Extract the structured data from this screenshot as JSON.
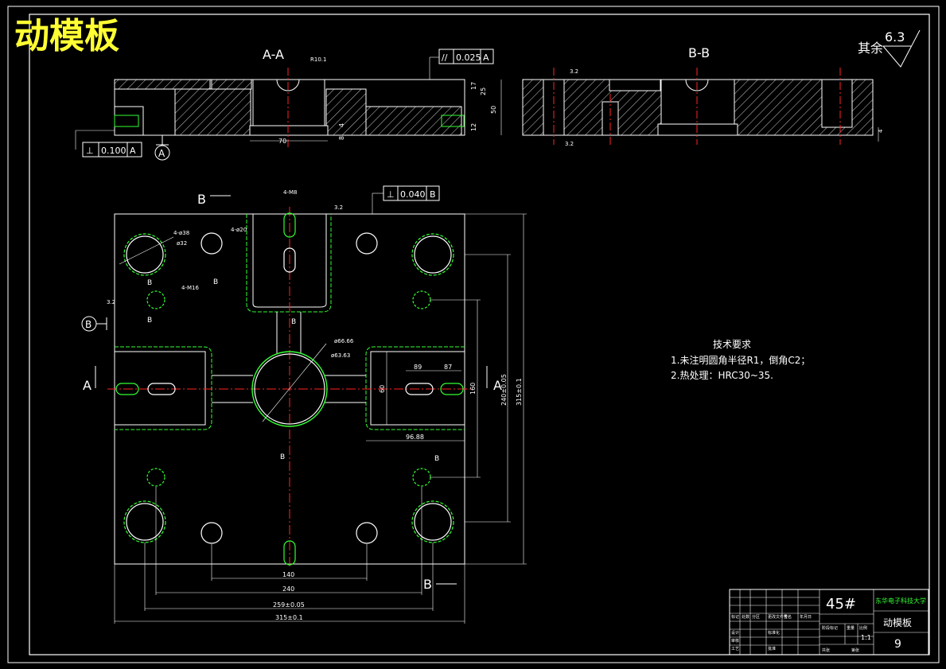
{
  "title": "动模板",
  "section_aa": "A-A",
  "section_bb": "B-B",
  "surface_finish": {
    "prefix": "其余",
    "value": "6.3"
  },
  "parallel_tol": {
    "symbol": "//",
    "value": "0.025",
    "datum": "A"
  },
  "perp_tol_a": {
    "symbol": "⊥",
    "value": "0.100",
    "datum": "A"
  },
  "perp_tol_b": {
    "symbol": "⊥",
    "value": "0.040",
    "datum": "B"
  },
  "datum_a": "A",
  "datum_b": "B",
  "radius_label": "R10.1",
  "dims_section": {
    "d70": "70",
    "d17": "17",
    "d25": "25",
    "d50": "50",
    "d8": "8",
    "d4": "4",
    "d12": "12",
    "d32": "32",
    "rough32a": "3.2",
    "rough32b": "3.2"
  },
  "labels_plan": {
    "m8": "4-M8",
    "d38": "4-ø38",
    "d32": "ø32",
    "d20": "4-ø20",
    "m16": "4-M16",
    "d6666": "ø66.66",
    "d6363": "ø63.63",
    "rough32": "3.2",
    "rough32b": "3.2"
  },
  "dims_plan": {
    "d89": "89",
    "d87": "87",
    "d60": "60",
    "d160": "160",
    "d240": "240±0.05",
    "d315v": "315±0.1",
    "d9688": "96.88",
    "d140": "140",
    "d240h": "240",
    "d259": "259±0.05",
    "d315h": "315±0.1"
  },
  "section_marks": {
    "a": "A",
    "b": "B"
  },
  "tech_req": {
    "heading": "技术要求",
    "line1": "1.未注明圆角半径R1，倒角C2；",
    "line2": "2.热处理：HRC30~35."
  },
  "title_block": {
    "material": "45#",
    "company": "东华电子科技大学",
    "part_name": "动模板",
    "scale": "1:1",
    "sheet": "9",
    "cells": [
      "标记",
      "处数",
      "分区",
      "更改文件号",
      "签名",
      "年月日",
      "设计",
      "标准化",
      "阶段标记",
      "重量",
      "比例",
      "审核",
      "工艺",
      "批准",
      "共张",
      "第张"
    ]
  }
}
